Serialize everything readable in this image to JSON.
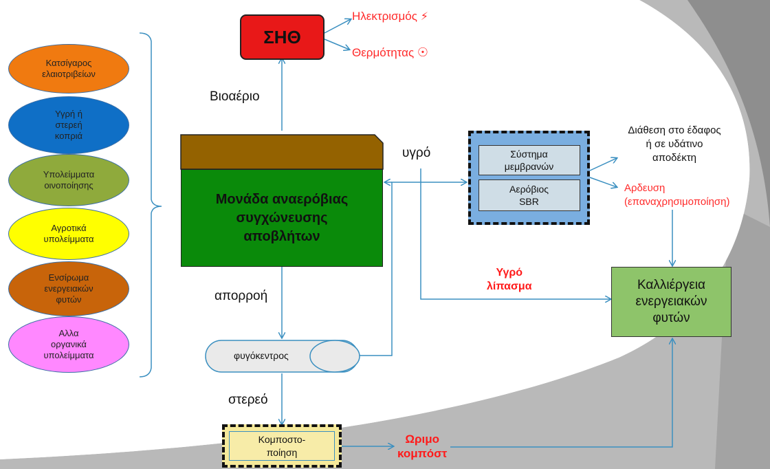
{
  "inputs": [
    {
      "label": "Κατσίγαρος\nελαιοτριβείων",
      "color": "#f07a10"
    },
    {
      "label": "Υγρή ή\nστερεή\nκοπριά",
      "color": "#0f6fc6"
    },
    {
      "label": "Υπολείμματα\nοινοποίησης",
      "color": "#8faa3c"
    },
    {
      "label": "Αγροτικά\nυπολείμματα",
      "color": "#ffff00"
    },
    {
      "label": "Ενσίρωμα\nενεργειακών\nφυτών",
      "color": "#c8640a"
    },
    {
      "label": "Αλλα\nοργανικά\nυπολείμματα",
      "color": "#ff88ff"
    }
  ],
  "chp": {
    "label": "ΣΗΘ",
    "color": "#e81818"
  },
  "outputs": {
    "electricity": "Ηλεκτρισμός",
    "heat": "Θερμότητας"
  },
  "biogas_label": "Βιοαέριο",
  "digester": {
    "label": "Μονάδα αναερόβιας\nσυγχώνευσης\nαποβλήτων",
    "color": "#0a8a0a",
    "top_color": "#946200"
  },
  "liquid_label": "υγρό",
  "runoff_label": "απορροή",
  "centrifuge_label": "φυγόκεντρος",
  "solid_label": "στερεό",
  "treatment": {
    "membrane": "Σύστημα\nμεμβρανών",
    "aerobic": "Αερόβιος\nSBR"
  },
  "disposal_text": "Διάθεση στο έδαφος\nή σε υδάτινο\nαποδέκτη",
  "irrigation_text": "Αρδευση\n(επαναχρησιμοποίηση)",
  "liquid_fertilizer": "Υγρό\nλίπασμα",
  "crops": {
    "label": "Καλλιέργεια\nενεργειακών\nφυτών",
    "color": "#8ec46a"
  },
  "composting": "Κομποστο-\nποίηση",
  "mature_compost": "Ωριμο\nκομπόστ"
}
